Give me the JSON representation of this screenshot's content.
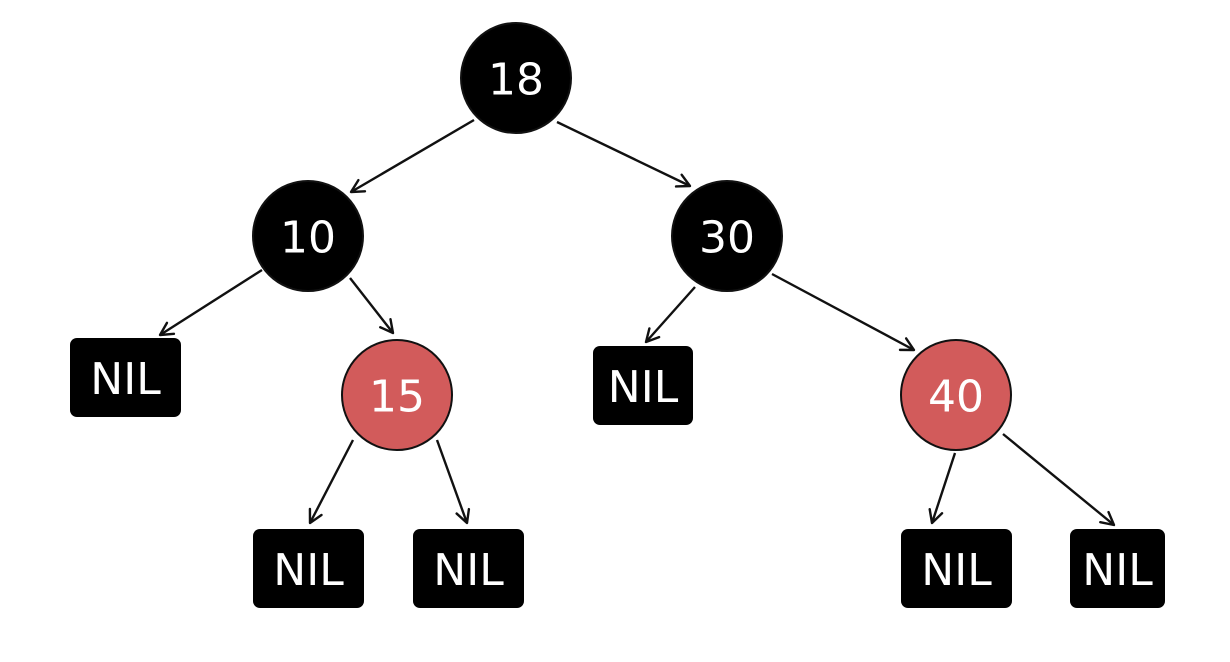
{
  "tree": {
    "colors": {
      "black": "#000000",
      "red": "#d25b5b"
    },
    "nodes": [
      {
        "id": "n18",
        "label": "18",
        "color": "black"
      },
      {
        "id": "n10",
        "label": "10",
        "color": "black"
      },
      {
        "id": "n30",
        "label": "30",
        "color": "black"
      },
      {
        "id": "n15",
        "label": "15",
        "color": "red"
      },
      {
        "id": "n40",
        "label": "40",
        "color": "red"
      },
      {
        "id": "nil1",
        "label": "NIL",
        "color": "black"
      },
      {
        "id": "nil2",
        "label": "NIL",
        "color": "black"
      },
      {
        "id": "nil3",
        "label": "NIL",
        "color": "black"
      },
      {
        "id": "nil4",
        "label": "NIL",
        "color": "black"
      },
      {
        "id": "nil5",
        "label": "NIL",
        "color": "black"
      },
      {
        "id": "nil6",
        "label": "NIL",
        "color": "black"
      }
    ],
    "edges": [
      {
        "from": "n18",
        "to": "n10"
      },
      {
        "from": "n18",
        "to": "n30"
      },
      {
        "from": "n10",
        "to": "nil1"
      },
      {
        "from": "n10",
        "to": "n15"
      },
      {
        "from": "n30",
        "to": "nil2"
      },
      {
        "from": "n30",
        "to": "n40"
      },
      {
        "from": "n15",
        "to": "nil3"
      },
      {
        "from": "n15",
        "to": "nil4"
      },
      {
        "from": "n40",
        "to": "nil5"
      },
      {
        "from": "n40",
        "to": "nil6"
      }
    ]
  }
}
